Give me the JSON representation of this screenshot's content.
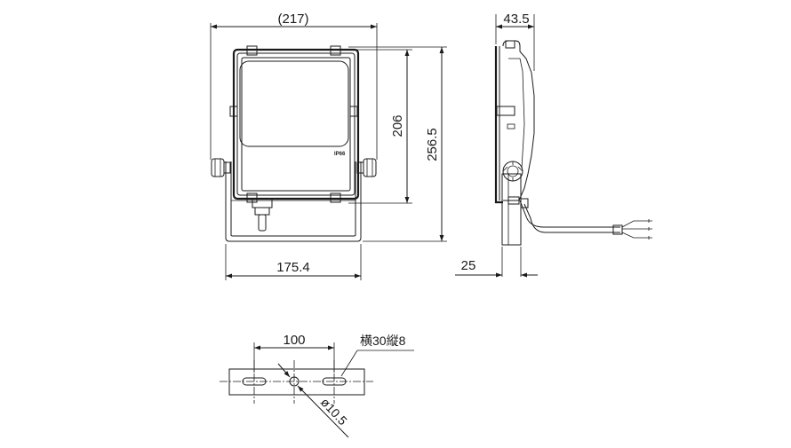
{
  "dimensions": {
    "overall_width": "(217)",
    "depth": "43.5",
    "frame_height": "206",
    "overall_height": "256.5",
    "bracket_width": "175.4",
    "bracket_depth": "25",
    "hole_pitch": "100",
    "slot_size": "横30縦8",
    "hole_diameter": "ø10.5"
  },
  "labels": {
    "rating": "IP66"
  }
}
